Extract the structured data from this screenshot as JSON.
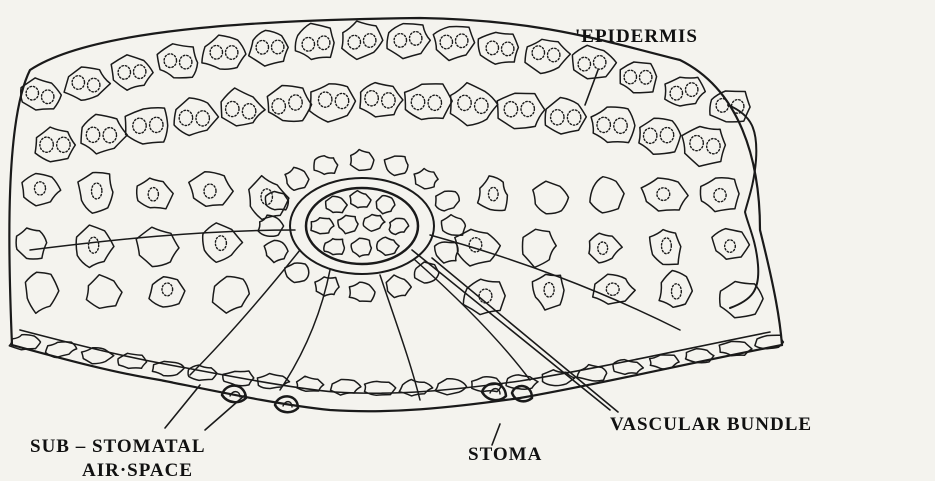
{
  "figure": {
    "labels": {
      "epidermis": "'EPIDERMIS",
      "vascular_bundle": "VASCULAR BUNDLE",
      "stoma": "STOMA",
      "sub_stomatal_line1": "SUB – STOMATAL",
      "sub_stomatal_line2": "AIR·SPACE"
    }
  }
}
